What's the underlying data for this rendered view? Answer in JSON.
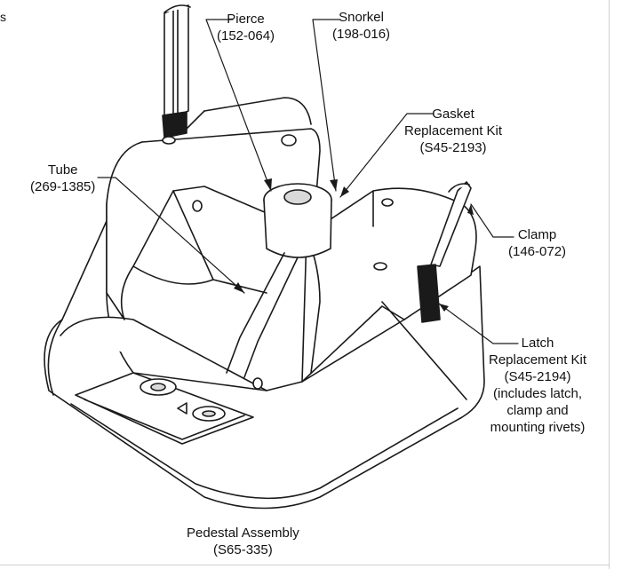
{
  "page_fragment": "s",
  "callouts": {
    "pierce": {
      "name": "Pierce",
      "part": "(152-064)"
    },
    "snorkel": {
      "name": "Snorkel",
      "part": "(198-016)"
    },
    "gasket": {
      "line1": "Gasket",
      "line2": "Replacement Kit",
      "part": "(S45-2193)"
    },
    "tube": {
      "name": "Tube",
      "part": "(269-1385)"
    },
    "clamp": {
      "name": "Clamp",
      "part": "(146-072)"
    },
    "latch": {
      "line1": "Latch",
      "line2": "Replacement Kit",
      "part": "(S45-2194)",
      "note1": "(includes latch,",
      "note2": "clamp and",
      "note3": "mounting rivets)"
    }
  },
  "assembly": {
    "name": "Pedestal Assembly",
    "part": "(S65-335)"
  },
  "colors": {
    "line": "#1a1a1a",
    "fill": "#ffffff",
    "shade": "#d9d9d9"
  }
}
